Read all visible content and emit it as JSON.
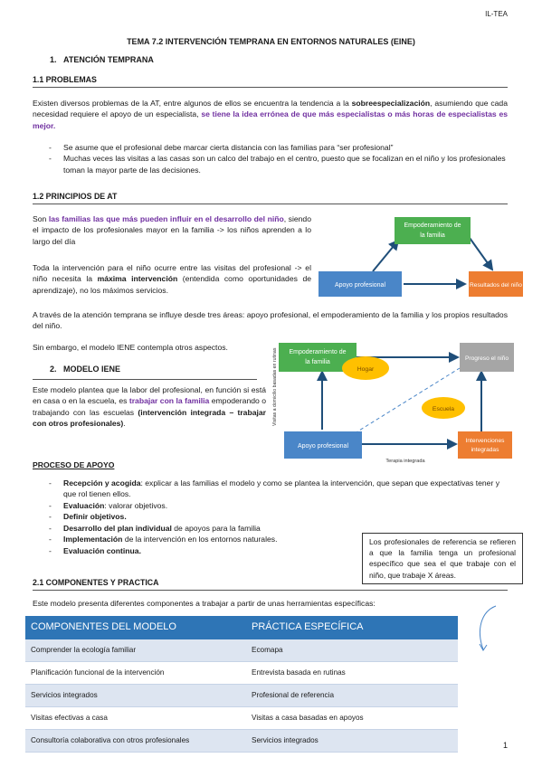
{
  "header_tag": "IL-TEA",
  "doc_title": "TEMA 7.2 INTERVENCIÓN TEMPRANA EN ENTORNOS NATURALES (EINE)",
  "s1": {
    "number": "1.",
    "title": "ATENCIÓN TEMPRANA"
  },
  "s11": {
    "title": "1.1 PROBLEMAS",
    "para_a": "Existen diversos problemas de la AT, entre algunos de ellos se encuentra la tendencia a la ",
    "para_bold": "sobreespecialización",
    "para_b": ", asumiendo que cada necesidad requiere el apoyo de un especialista, ",
    "para_purple": "se tiene la idea errónea de que más especialistas o más horas de especialistas es mejor.",
    "bullets": [
      "Se asume que el profesional debe marcar cierta distancia con las familias para “ser profesional”",
      "Muchas veces las visitas a las casas son un calco del trabajo en el centro, puesto que se focalizan en el niño y los profesionales toman la mayor parte de las decisiones."
    ]
  },
  "s12": {
    "title": "1.2 PRINCIPIOS DE AT",
    "p1_a": "Son ",
    "p1_purple": "las familias las que más pueden influir en el desarrollo del niño",
    "p1_b": ", siendo el impacto de los profesionales mayor en la familia -> los niños aprenden a lo largo del día",
    "p2_a": "Toda la intervención para el niño ocurre entre las visitas del profesional -> el niño necesita la ",
    "p2_bold": "máxima intervención",
    "p2_b": " (entendida como oportunidades de aprendizaje), no los máximos servicios.",
    "p3": "A través de la atención temprana se influye desde tres áreas: apoyo profesional, el empoderamiento de la familia y los propios resultados del niño.",
    "p4": "Sin embargo, el modelo IENE contempla otros aspectos."
  },
  "diagram1": {
    "top": "Empoderamiento de la familia",
    "left": "Apoyo profesional",
    "right": "Resultados del niño",
    "color_top": "#4caf50",
    "color_left": "#4a86c8",
    "color_right": "#ed7d31"
  },
  "s2": {
    "number": "2.",
    "title": "MODELO IENE",
    "p1_a": "Este modelo plantea que la labor del profesional, en función si está en casa o en la escuela, es ",
    "p1_purple": "trabajar con la familia",
    "p1_b": " empoderando o trabajando con las escuelas ",
    "p1_bold": "(intervención integrada – trabajar con otros profesionales)",
    "p1_c": "."
  },
  "diagram2": {
    "tl": "Empoderamiento de la familia",
    "tr": "Progreso el niño",
    "bl": "Apoyo profesional",
    "br": "Intervenciones integradas",
    "hogar": "Hogar",
    "escuela": "Escuela",
    "side_label": "Visitas a domicilio basadas en rutinas",
    "bottom_label": "Terapia integrada",
    "color_green": "#4caf50",
    "color_grey": "#a6a6a6",
    "color_blue": "#4a86c8",
    "color_orange": "#ed7d31",
    "color_yellow": "#ffc000"
  },
  "proceso": {
    "title": "PROCESO DE APOYO",
    "items": [
      {
        "bold": "Recepción y acogida",
        "text": ": explicar a las familias el modelo y como se plantea la intervención, que sepan que expectativas tener y que rol tienen ellos."
      },
      {
        "bold": "Evaluación",
        "text": ": valorar objetivos."
      },
      {
        "bold": "Definir objetivos.",
        "text": ""
      },
      {
        "bold": "Desarrollo del plan individual",
        "text": " de apoyos para la familia"
      },
      {
        "bold": "Implementación",
        "text": " de la intervención en los entornos naturales."
      },
      {
        "bold": "Evaluación continua.",
        "text": ""
      }
    ]
  },
  "callout": "Los profesionales de referencia se refieren a que la familia tenga un profesional específico que sea el que trabaje con el niño, que trabaje X áreas.",
  "s21": {
    "title": "2.1 COMPONENTES Y PRACTICA",
    "intro": "Este modelo presenta diferentes componentes a trabajar a partir de unas herramientas específicas:",
    "headers": [
      "COMPONENTES DEL MODELO",
      "PRÁCTICA ESPECÍFICA"
    ],
    "rows": [
      [
        "Comprender la ecología familiar",
        "Ecomapa"
      ],
      [
        "Planificación funcional de la intervención",
        "Entrevista basada en rutinas"
      ],
      [
        "Servicios integrados",
        "Profesional de referencia"
      ],
      [
        "Visitas efectivas a casa",
        "Visitas a casa basadas en apoyos"
      ],
      [
        "Consultoría colaborativa con otros profesionales",
        "Servicios integrados"
      ]
    ]
  },
  "page_number": "1"
}
